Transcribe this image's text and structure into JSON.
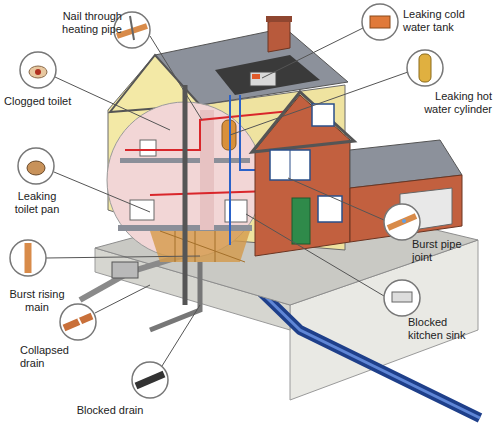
{
  "diagram": {
    "labels": [
      "Nail through heating pipe",
      "Leaking cold water tank",
      "Leaking hot water cylinder",
      "Clogged toilet",
      "Leaking toilet pan",
      "Burst pipe joint",
      "Burst rising main",
      "Blocked kitchen sink",
      "Collapsed drain",
      "Blocked drain"
    ]
  }
}
